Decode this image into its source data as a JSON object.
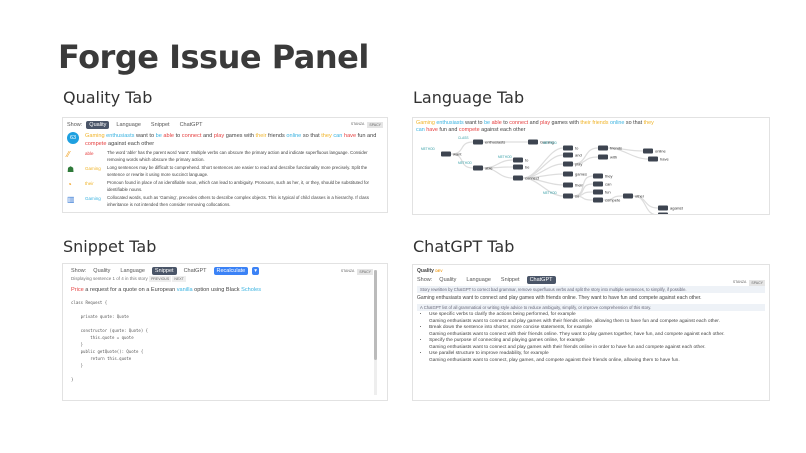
{
  "title": "Forge Issue Panel",
  "headings": {
    "quality": "Quality Tab",
    "language": "Language Tab",
    "snippet": "Snippet Tab",
    "chatgpt": "ChatGPT Tab"
  },
  "show_label": "Show:",
  "tabs": [
    "Quality",
    "Language",
    "Snippet",
    "ChatGPT"
  ],
  "right_labels": {
    "stanza": "STANZA",
    "spacy": "SPACY"
  },
  "sentence": {
    "w1": "Gaming",
    "w2": "enthusiasts",
    "w3": "want to",
    "w4": "be",
    "w5": "able",
    "w6": "to",
    "w7": "connect",
    "w8": "and",
    "w9": "play",
    "w10": "games with",
    "w11": "their",
    "w12": "friends",
    "w13": "online",
    "w14": "so that",
    "w15": "they",
    "w16": "can",
    "w17": "have",
    "w18": "fun and",
    "w19": "compete",
    "w20": "against each other"
  },
  "quality": {
    "score": "63",
    "issues": [
      {
        "icon": "verb-icon",
        "word": "able",
        "color": "#e53e3e",
        "text": "The word 'able' has the parent word 'want'. Multiple verbs can obscure the primary action and indicate superfluous language. Consider removing words which obscure the primary action."
      },
      {
        "icon": "users-icon",
        "word": "Gaming",
        "color": "#f0b429",
        "text": "Long sentences may be difficult to comprehend. Short sentences are easier to read and describe functionality more precisely. Split the sentence or rewrite it using more succinct language."
      },
      {
        "icon": "pronoun-icon",
        "word": "their",
        "color": "#f0b429",
        "text": "Pronoun found in place of an identifiable noun, which can lead to ambiguity. Pronouns, such as her, it, or they, should be substituted for identifiable nouns."
      },
      {
        "icon": "hierarchy-icon",
        "word": "Gaming",
        "color": "#38b2e0",
        "text": "Collocated words, such as 'Gaming', precedes others to describe complex objects. This is typical of child classes in a hierarchy. If class inheritance is not intended then consider removing collocations."
      }
    ]
  },
  "language": {
    "labels": {
      "method": "METHOD",
      "class": "CLASS"
    },
    "nodes": [
      "want",
      "enthusiasts",
      "Gaming",
      "able",
      "to",
      "be",
      "connect",
      "to",
      "and",
      "play",
      "games",
      "their",
      "friends",
      "with",
      "online",
      "have",
      "so",
      "they",
      "can",
      "fun",
      "compete",
      "other",
      "against",
      "each"
    ]
  },
  "snippet": {
    "recalculate": "Recalculate",
    "display": "Displaying sentence 1 of 4 in this story",
    "previous": "PREVIOUS",
    "next": "NEXT",
    "s1": "Price",
    "s2": " a request for a quote on a European ",
    "s3": "vanilla",
    "s4": " option using Black ",
    "s5": "Scholes",
    ".": ".",
    "code": [
      "class Request {",
      "",
      "    private quote: Quote",
      "",
      "    constructor (quote: Quote) {",
      "        this.quote = quote",
      "    }",
      "    public getQuote(): Quote {",
      "        return this.quote",
      "    }",
      "",
      "}"
    ]
  },
  "chatgpt": {
    "header": "Quality",
    "badge": "DEV",
    "rewrite_note": "Story rewritten by ChatGPT to correct bad grammar, remove superfluous verbs and split the story into multiple sentences, to simplify, if possible.",
    "rewrite": "Gaming enthusiasts want to connect and play games with friends online. They want to have fun and compete against each other.",
    "advice_note": "A ChatGPT list of all grammatical or writing style advice to reduce ambiguity, simplify, or improve comprehension of this story.",
    "advice": [
      {
        "tip": "Use specific verbs to clarify the actions being performed, for example",
        "example": "Gaming enthusiasts want to connect and play games with their friends online, allowing them to have fun and compete against each other."
      },
      {
        "tip": "Break down the sentence into shorter, more concise statements, for example",
        "example": "Gaming enthusiasts want to connect with their friends online. They want to play games together, have fun, and compete against each other."
      },
      {
        "tip": "Specify the purpose of connecting and playing games online, for example",
        "example": "Gaming enthusiasts want to connect and play games with their friends online in order to have fun and compete against each other."
      },
      {
        "tip": "Use parallel structure to improve readability, for example",
        "example": "Gaming enthusiasts want to connect, play games, and compete against their friends online, allowing them to have fun."
      }
    ]
  }
}
